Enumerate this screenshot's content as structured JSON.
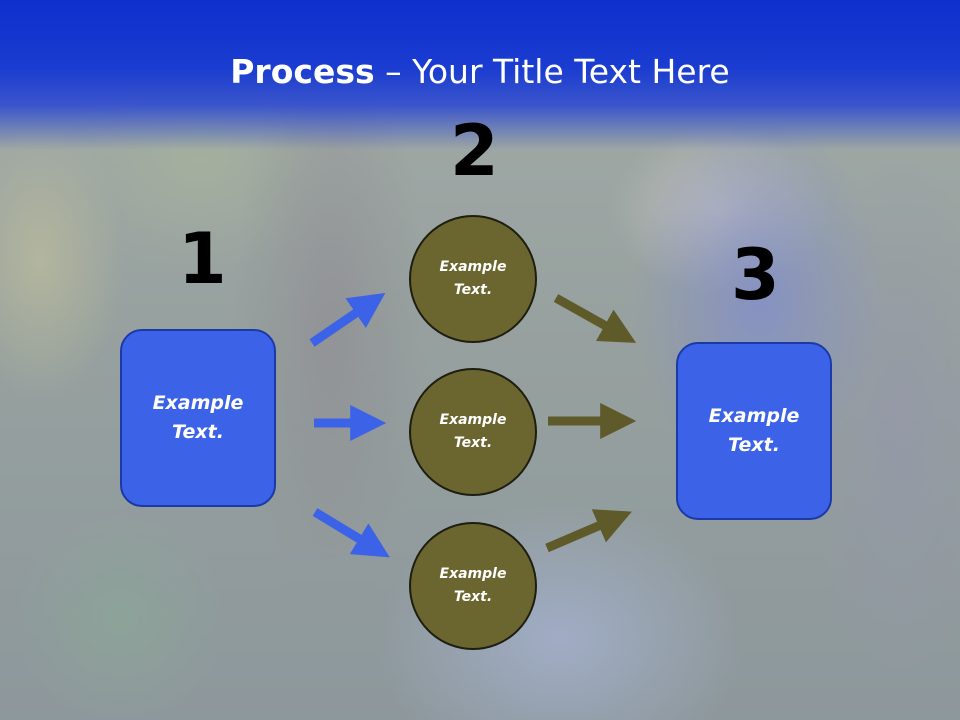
{
  "title": {
    "bold": "Process",
    "rest": " – Your Title Text Here"
  },
  "steps": {
    "one": "1",
    "two": "2",
    "three": "3"
  },
  "boxes": {
    "left": "Example Text.",
    "right": "Example Text."
  },
  "circles": {
    "top": "Example Text.",
    "middle": "Example Text.",
    "bottom": "Example Text."
  },
  "colors": {
    "title_bar": "#1a3cd0",
    "box_fill": "#3c63e7",
    "circle_fill": "#6b6530",
    "blue_arrow": "#3c63e7",
    "olive_arrow": "#5e5a2a"
  }
}
